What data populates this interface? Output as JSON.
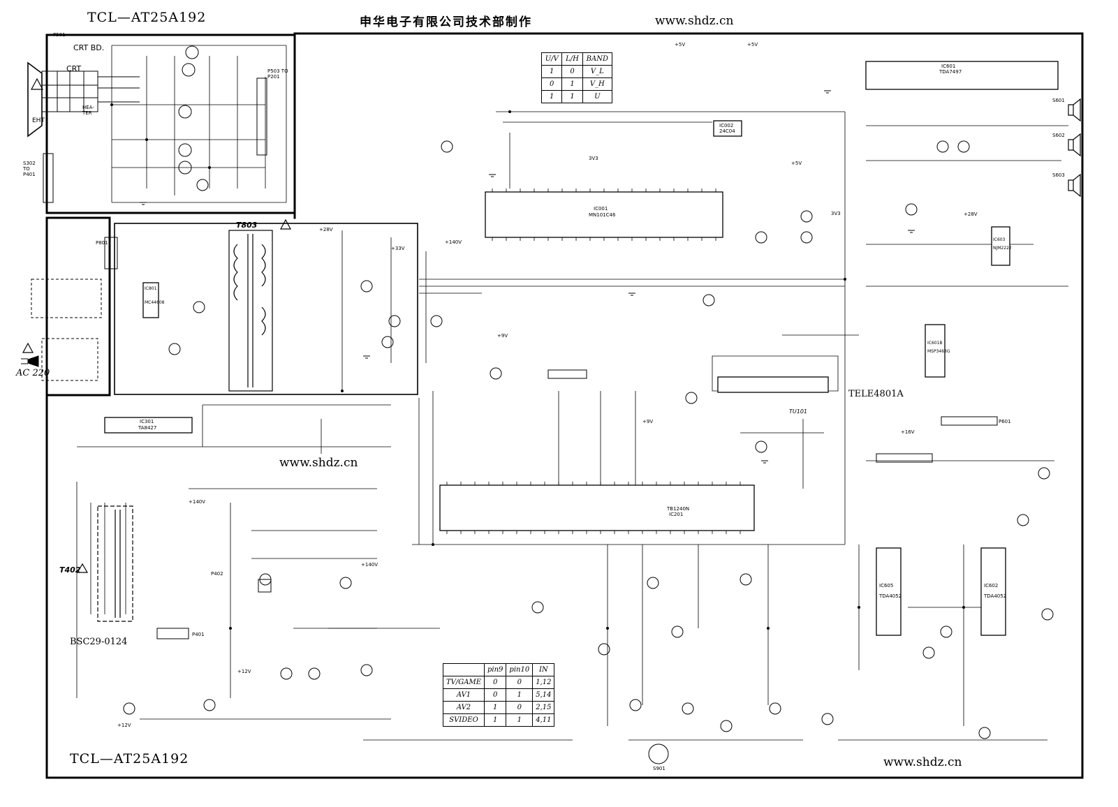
{
  "header": {
    "model_top": "TCL—AT25A192",
    "maker": "申华电子有限公司技术部制作",
    "website_top": "www.shdz.cn"
  },
  "footer": {
    "model_bottom": "TCL—AT25A192",
    "website_bottom": "www.shdz.cn"
  },
  "watermark": {
    "website_mid": "www.shdz.cn"
  },
  "sections": {
    "crt_board": "CRT BD.",
    "crt": "CRT",
    "eht": "EHT",
    "heater": "HEA- TER",
    "power_input": "AC 220",
    "power_transformer": "T803",
    "flyback": "BSC29-0124",
    "t402": "T402",
    "tuner_module": "TELE4801A",
    "tuner_ref": "TU101"
  },
  "ics": [
    {
      "ref": "IC001",
      "part": "MN101C46"
    },
    {
      "ref": "IC002",
      "part": "24C04"
    },
    {
      "ref": "IC201",
      "part": "TB1240N"
    },
    {
      "ref": "IC601",
      "part": "TDA7497"
    },
    {
      "ref": "IC801",
      "part": "MC44608"
    },
    {
      "ref": "IC301",
      "part": "TA8427"
    },
    {
      "ref": "IC605",
      "part": "TDA4052"
    },
    {
      "ref": "IC602",
      "part": "TDA4052"
    },
    {
      "ref": "IC601B",
      "part": "MSP3463G"
    },
    {
      "ref": "IC603",
      "part": "NJM2222"
    }
  ],
  "band_table": {
    "headers": [
      "U/V",
      "L/H",
      "BAND"
    ],
    "rows": [
      [
        "1",
        "0",
        "V_L"
      ],
      [
        "0",
        "1",
        "V_H"
      ],
      [
        "1",
        "1",
        "U"
      ]
    ]
  },
  "av_table": {
    "headers": [
      "",
      "pin9",
      "pin10",
      "IN"
    ],
    "rows": [
      [
        "TV/GAME",
        "0",
        "0",
        "1,12"
      ],
      [
        "AV1",
        "0",
        "1",
        "5,14"
      ],
      [
        "AV2",
        "1",
        "0",
        "2,15"
      ],
      [
        "SVIDEO",
        "1",
        "1",
        "4,11"
      ]
    ]
  },
  "connectors": {
    "p501": "P501",
    "p503": "P503 TO P201",
    "s302": "S302 TO P401",
    "p801": "P801",
    "s901": "S901",
    "s601": "S601",
    "s602": "S602",
    "s603": "S603",
    "p402": "P402",
    "p401": "P401",
    "p601": "P601"
  },
  "voltages": [
    "+5V",
    "+9V",
    "+12V",
    "+33V",
    "+140V",
    "+28V",
    "3V3",
    "+16V"
  ],
  "colors": {
    "ink": "#000000",
    "paper": "#ffffff"
  }
}
